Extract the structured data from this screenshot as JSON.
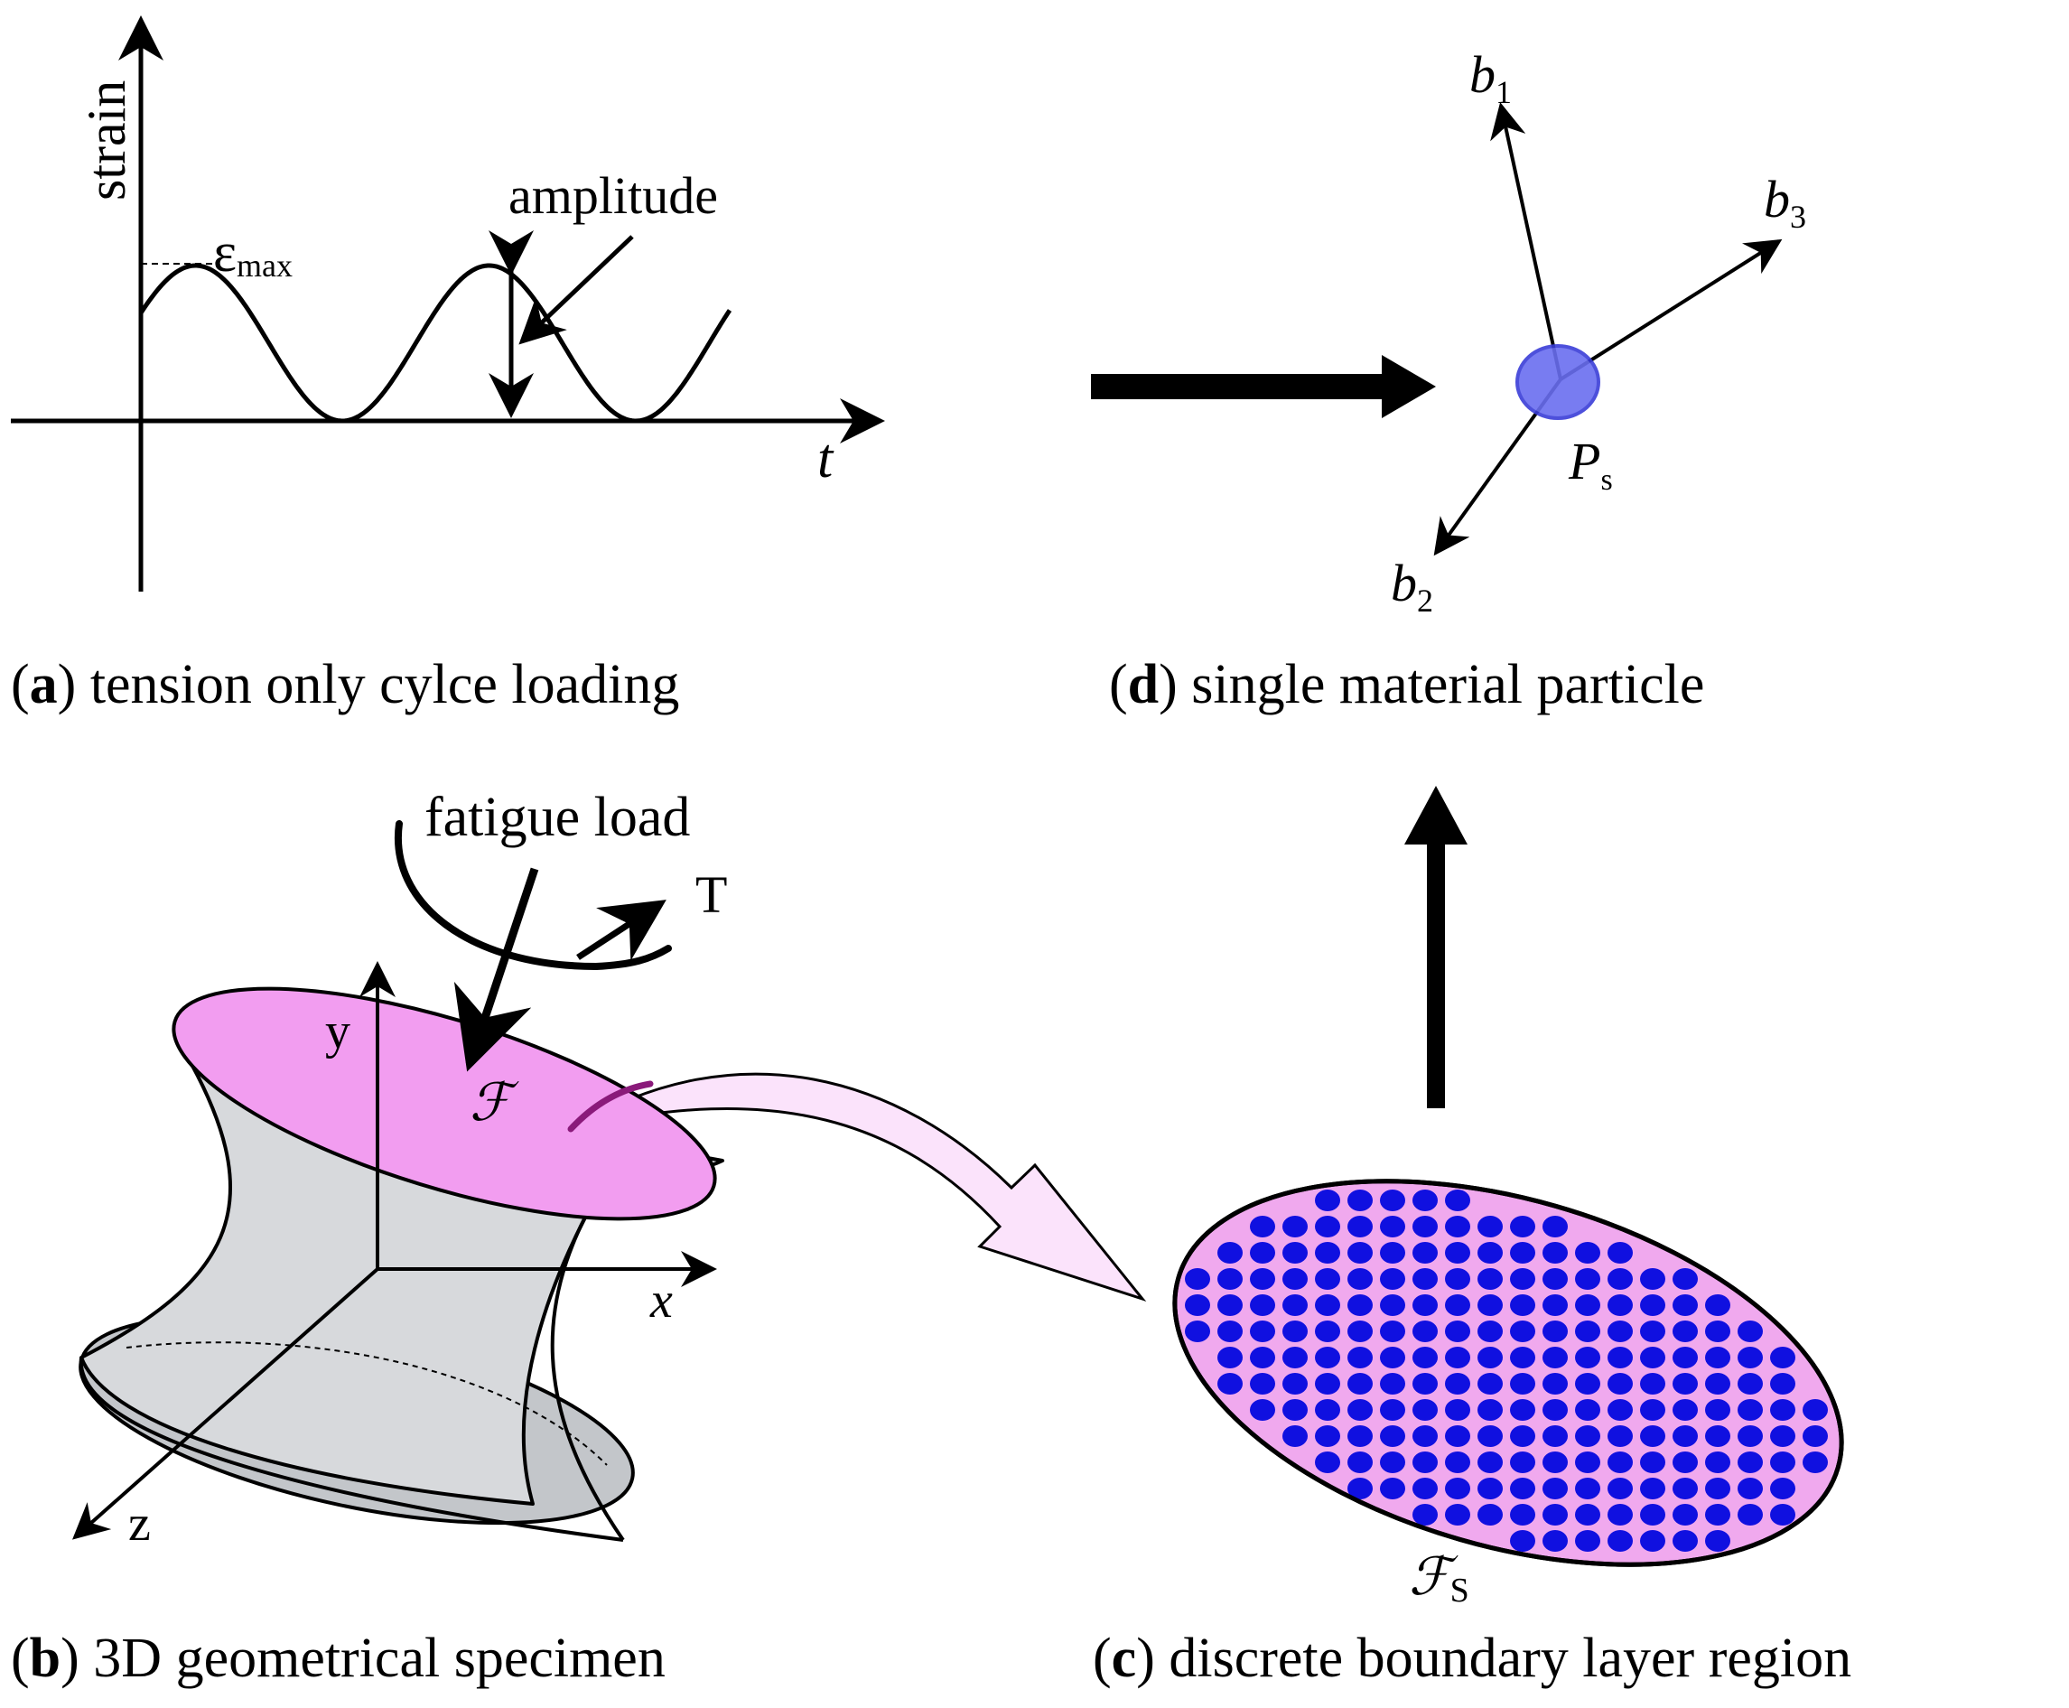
{
  "panel_a": {
    "caption_letter": "a",
    "caption_text": "tension only cylce loading",
    "y_axis_label": "strain",
    "x_axis_label": "t",
    "emax_symbol": "ε",
    "emax_subscript": "max",
    "amplitude_label": "amplitude"
  },
  "panel_b": {
    "caption_letter": "b",
    "caption_text": "3D geometrical specimen",
    "load_label": "fatigue load",
    "torque_label": "T",
    "axis_x": "x",
    "axis_y": "y",
    "axis_z": "z",
    "face_symbol": "ℱ"
  },
  "panel_c": {
    "caption_letter": "c",
    "caption_text": "discrete boundary layer region",
    "region_symbol": "ℱ",
    "region_subscript": "S"
  },
  "panel_d": {
    "caption_letter": "d",
    "caption_text": "single material particle",
    "particle_symbol": "P",
    "particle_subscript": "s",
    "b1": "b",
    "b1_sub": "1",
    "b2": "b",
    "b2_sub": "2",
    "b3": "b",
    "b3_sub": "3"
  },
  "colors": {
    "top_face": "#f29df0",
    "specimen_body": "#d7d9dc",
    "specimen_bottom": "#c3c6ca",
    "region_fill": "#f0a9ee",
    "dots": "#1010e0",
    "particle": "#6a6ef0",
    "transfer_arrow": "#fbe3fb"
  }
}
